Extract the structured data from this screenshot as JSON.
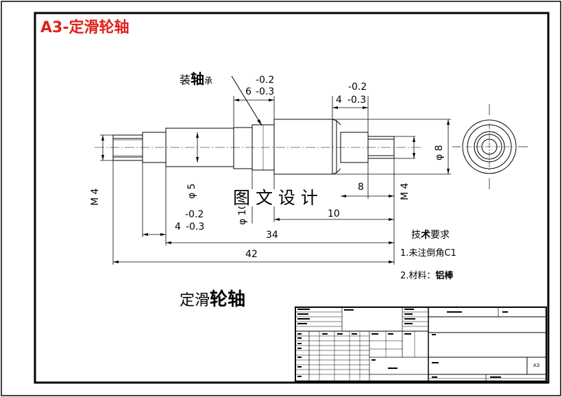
{
  "sheet_title": "A3-定滑轮轴",
  "callout": {
    "prefix": "装",
    "bold": "轴",
    "suffix": "承"
  },
  "dims": {
    "tol1_upper": "-0.2",
    "tol1_value": "6",
    "tol1_lower": "-0.3",
    "tol2_upper": "-0.2",
    "tol2_value": "4",
    "tol2_lower": "-0.3",
    "tol3_upper": "-0.2",
    "tol3_value": "4",
    "tol3_lower": "-0.3",
    "m4_left": "M 4",
    "m4_right": "M 4",
    "dia5": "φ 5",
    "dia10": "φ 10",
    "dia8": "φ 8",
    "len8": "8",
    "len10": "10",
    "len34": "34",
    "len42": "42"
  },
  "watermark": "图 文 设 计",
  "tech_req": {
    "title_prefix": "技",
    "title_bold": "术",
    "title_suffix": "要求",
    "line1": "1.未注倒角C1",
    "line2_prefix": "2.材料：",
    "line2_bold": "铝棒"
  },
  "part_name": {
    "prefix": "定滑",
    "bold": "轮轴"
  },
  "title_block": {
    "scale_label": "A3"
  },
  "colors": {
    "title_red": "#e0211b",
    "line": "#000000"
  }
}
